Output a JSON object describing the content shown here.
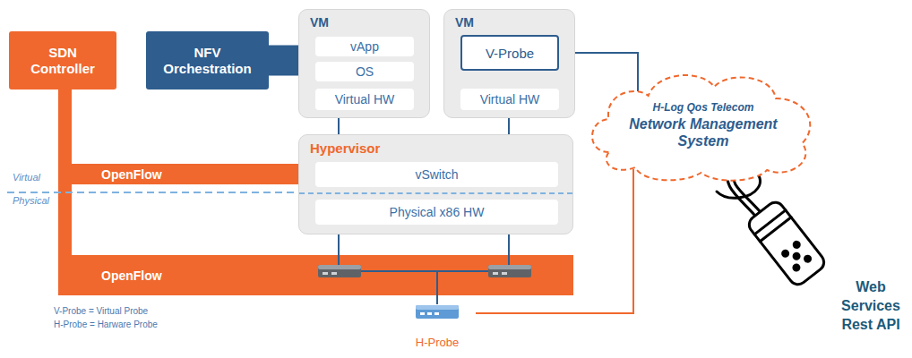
{
  "diagram": {
    "nodes": [
      {
        "text": [
          "SDN Controller"
        ]
      },
      {
        "text": [
          "NFV Orchestration"
        ]
      },
      {
        "text": [
          "VM"
        ]
      },
      {
        "text": [
          "vApp"
        ],
        "in": 2
      },
      {
        "text": [
          "OS"
        ],
        "in": 2
      },
      {
        "text": [
          "Virtual HW"
        ],
        "in": 2
      },
      {
        "text": [
          "VM"
        ]
      },
      {
        "text": [
          "V-Probe"
        ],
        "in": 6
      },
      {
        "text": [
          "Virtual HW"
        ],
        "in": 6
      },
      {
        "text": [
          "Hypervisor"
        ]
      },
      {
        "text": [
          "vSwitch"
        ],
        "in": 9
      },
      {
        "text": [
          "Physical x86 HW"
        ],
        "in": 9
      },
      {
        "text": [
          "OpenFlow"
        ]
      },
      {
        "text": [
          "H-Log Qos Telecom",
          "Network Management System"
        ]
      },
      {
        "text": [
          "OpenFlow"
        ]
      },
      {
        "text": [
          "H-Probe"
        ]
      }
    ],
    "edges": [
      {
        "from": 1,
        "to": 2,
        "arrow": "none"
      },
      {
        "from": 2,
        "to": 9,
        "arrow": "none"
      },
      {
        "from": 6,
        "to": 9,
        "arrow": "none"
      },
      {
        "from": 7,
        "to": 13,
        "arrow": "none"
      },
      {
        "from": 15,
        "to": 13,
        "arrow": "none"
      }
    ],
    "labels": [
      "Virtual",
      "Physical",
      "V-Probe = Virtual Probe",
      "H-Probe = Harware Probe",
      "Web Services Rest API"
    ]
  }
}
